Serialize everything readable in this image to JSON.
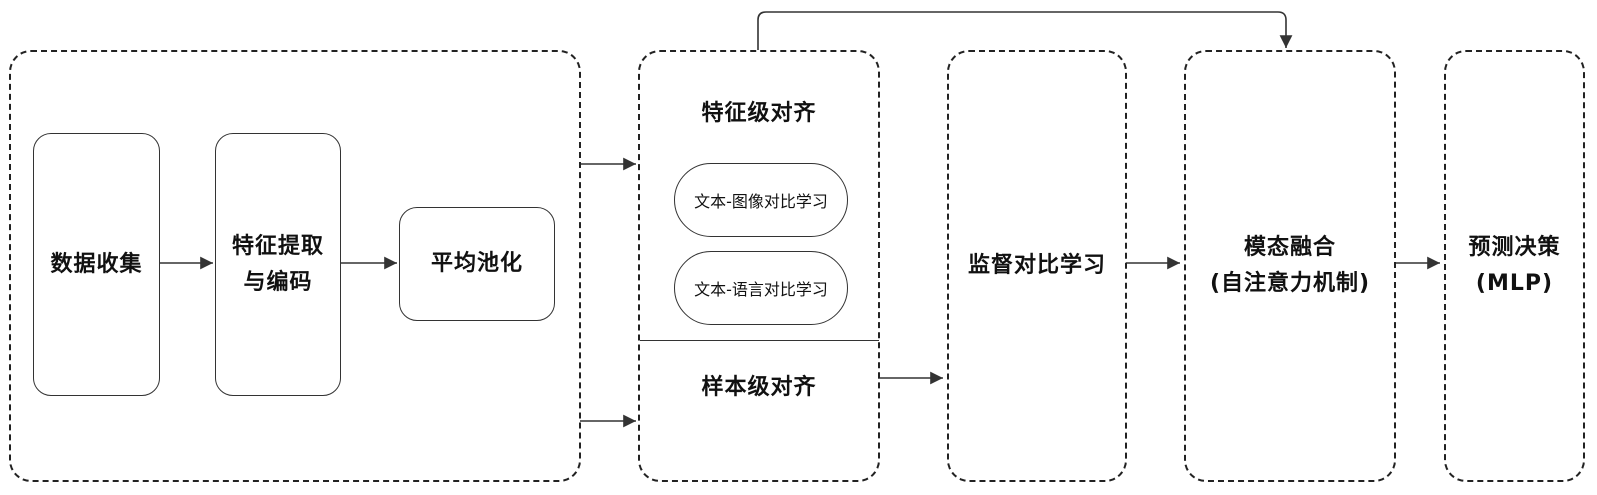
{
  "pipeline": {
    "collect": "数据收集",
    "extract_line1": "特征提取",
    "extract_line2": "与编码",
    "pool": "平均池化"
  },
  "alignment": {
    "feature_title": "特征级对齐",
    "text_image": "文本-图像对比学习",
    "text_language": "文本-语言对比学习",
    "sample_title": "样本级对齐"
  },
  "supervised": "监督对比学习",
  "fusion": {
    "line1": "模态融合",
    "line2": "(自注意力机制)"
  },
  "decision": {
    "line1": "预测决策",
    "line2": "(MLP)"
  }
}
